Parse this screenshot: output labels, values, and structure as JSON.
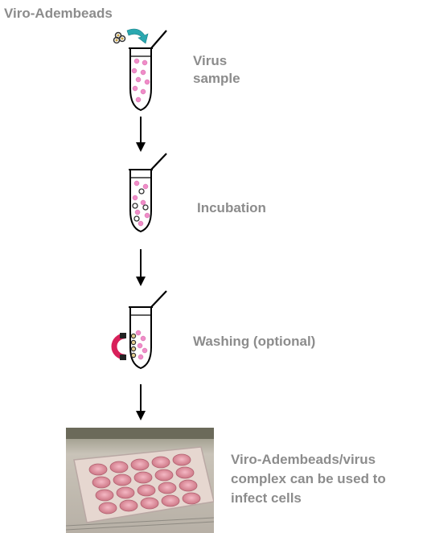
{
  "title": "Viro-Adembeads",
  "steps": [
    {
      "label_line1": "Virus",
      "label_line2": "sample"
    },
    {
      "label": "Incubation"
    },
    {
      "label": "Washing (optional)"
    },
    {
      "label_line1": "Viro-Adembeads/virus",
      "label_line2": "complex can be used to",
      "label_line3": "infect cells"
    }
  ],
  "colors": {
    "label_gray": "#8c8c8c",
    "bead_pink": "#f08cc8",
    "bead_gold": "#c8a040",
    "magnet_red": "#d8205a",
    "arrow_teal": "#2aa8b0"
  },
  "icons": [
    "beads-cluster-icon",
    "curved-arrow-icon",
    "tube-icon",
    "magnet-icon",
    "arrow-down-icon",
    "cell-plate-photo"
  ]
}
